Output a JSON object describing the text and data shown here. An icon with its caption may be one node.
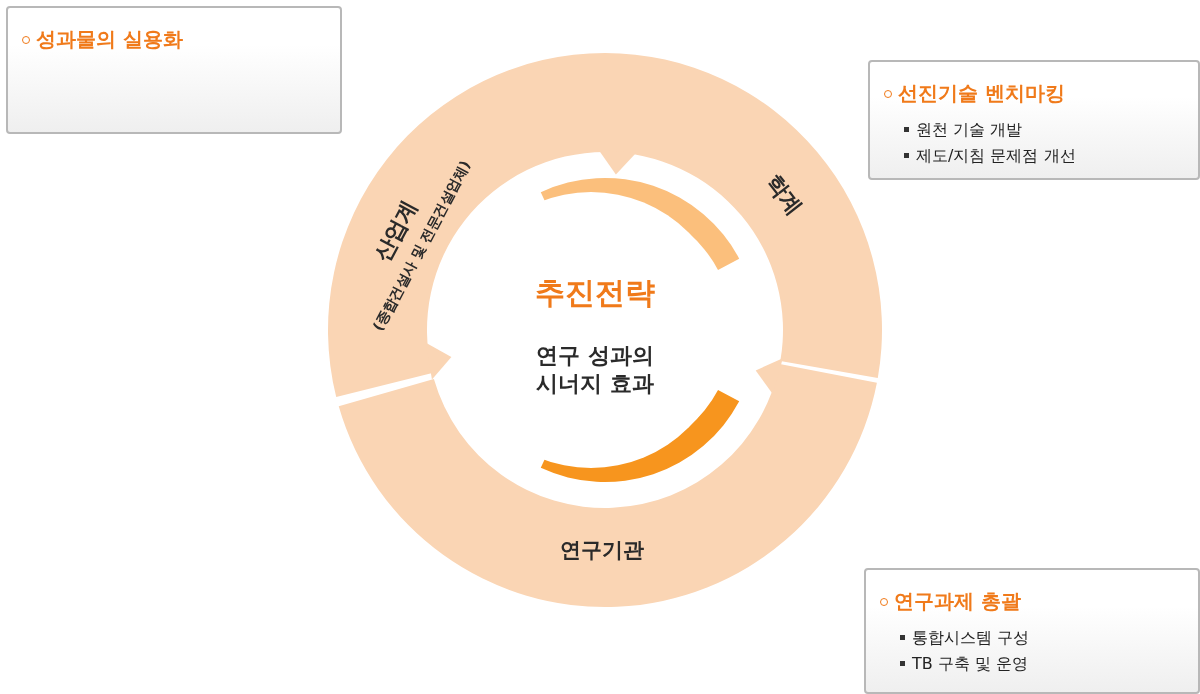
{
  "diagram": {
    "nodes": [
      {
        "text": [
          "성과물의 실용화"
        ]
      },
      {
        "text": [
          "선진기술 벤치마킹",
          "원천 기술 개발",
          "제도/지침 문제점 개선"
        ]
      },
      {
        "text": [
          "학계"
        ]
      },
      {
        "text": [
          "산업계",
          "(종합건설사 및 전문건설업체)"
        ]
      },
      {
        "text": [
          "추진전략",
          "연구 성과의 시너지 효과"
        ]
      },
      {
        "text": [
          "연구기관"
        ]
      },
      {
        "text": [
          "연구과제 총괄",
          "통합시스템 구성",
          "TB 구축 및 운영"
        ]
      }
    ]
  }
}
